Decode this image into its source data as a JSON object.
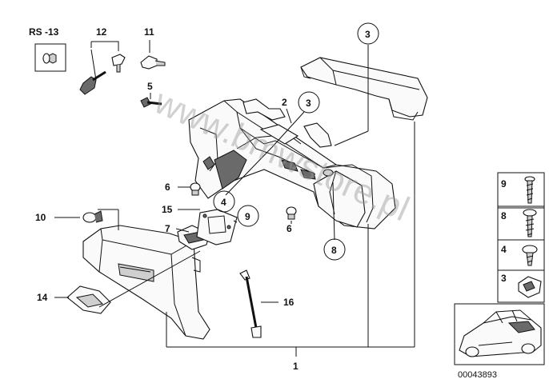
{
  "labels": {
    "rs13": "RS -13",
    "p12": "12",
    "p11": "11",
    "p5": "5",
    "p2": "2",
    "p3a": "3",
    "p3b": "3",
    "p6a": "6",
    "p6b": "6",
    "p4": "4",
    "p15": "15",
    "p9": "9",
    "p7": "7",
    "p10": "10",
    "p8": "8",
    "p14": "14",
    "p16": "16",
    "p1": "1"
  },
  "legend": {
    "items": [
      "9",
      "8",
      "4",
      "3"
    ]
  },
  "watermark": "www.bmwstore.pl",
  "image_code": "00043893"
}
